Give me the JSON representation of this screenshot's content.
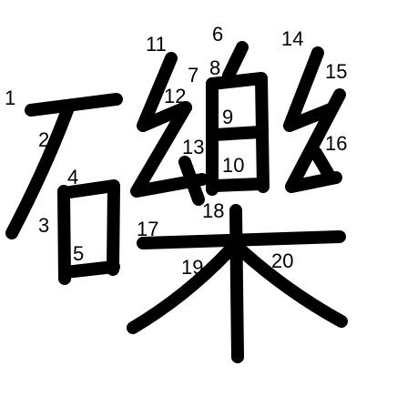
{
  "diagram": {
    "character": "礫",
    "stroke_count": 20,
    "stroke_color": "#000000",
    "background": "#ffffff",
    "labels": [
      "1",
      "2",
      "3",
      "4",
      "5",
      "6",
      "7",
      "8",
      "9",
      "10",
      "11",
      "12",
      "13",
      "14",
      "15",
      "16",
      "17",
      "18",
      "19",
      "20"
    ]
  }
}
